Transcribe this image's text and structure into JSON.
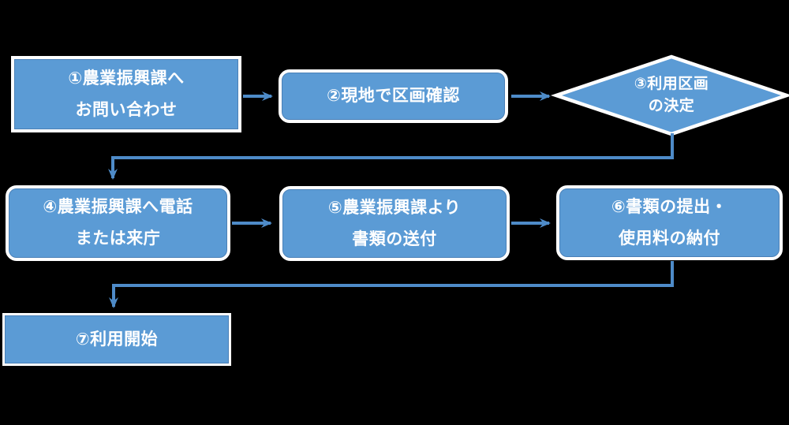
{
  "flowchart": {
    "background_color": "#000000",
    "node_fill_color": "#5B9BD5",
    "node_border_color": "#FFFFFF",
    "text_color": "#FFFFFF",
    "connector_color": "#4E8BC8",
    "nodes": [
      {
        "id": "step-1",
        "shape": "rectangle",
        "lines": [
          "①農業振興課へ",
          "お問い合わせ"
        ]
      },
      {
        "id": "step-2",
        "shape": "rounded-rectangle",
        "lines": [
          "②現地で区画確認"
        ]
      },
      {
        "id": "step-3",
        "shape": "diamond",
        "lines": [
          "③利用区画",
          "の決定"
        ]
      },
      {
        "id": "step-4",
        "shape": "rounded-rectangle",
        "lines": [
          "④農業振興課へ電話",
          "または来庁"
        ]
      },
      {
        "id": "step-5",
        "shape": "rounded-rectangle",
        "lines": [
          "⑤農業振興課より",
          "書類の送付"
        ]
      },
      {
        "id": "step-6",
        "shape": "rounded-rectangle",
        "lines": [
          "⑥書類の提出・",
          "使用料の納付"
        ]
      },
      {
        "id": "step-7",
        "shape": "rectangle",
        "lines": [
          "⑦利用開始"
        ]
      }
    ],
    "connectors": [
      {
        "from": "step-1",
        "to": "step-2",
        "type": "straight-arrow"
      },
      {
        "from": "step-2",
        "to": "step-3",
        "type": "straight-arrow"
      },
      {
        "from": "step-3",
        "to": "step-4",
        "type": "elbow-arrow"
      },
      {
        "from": "step-4",
        "to": "step-5",
        "type": "straight-arrow"
      },
      {
        "from": "step-5",
        "to": "step-6",
        "type": "straight-arrow"
      },
      {
        "from": "step-6",
        "to": "step-7",
        "type": "elbow-arrow"
      }
    ]
  }
}
